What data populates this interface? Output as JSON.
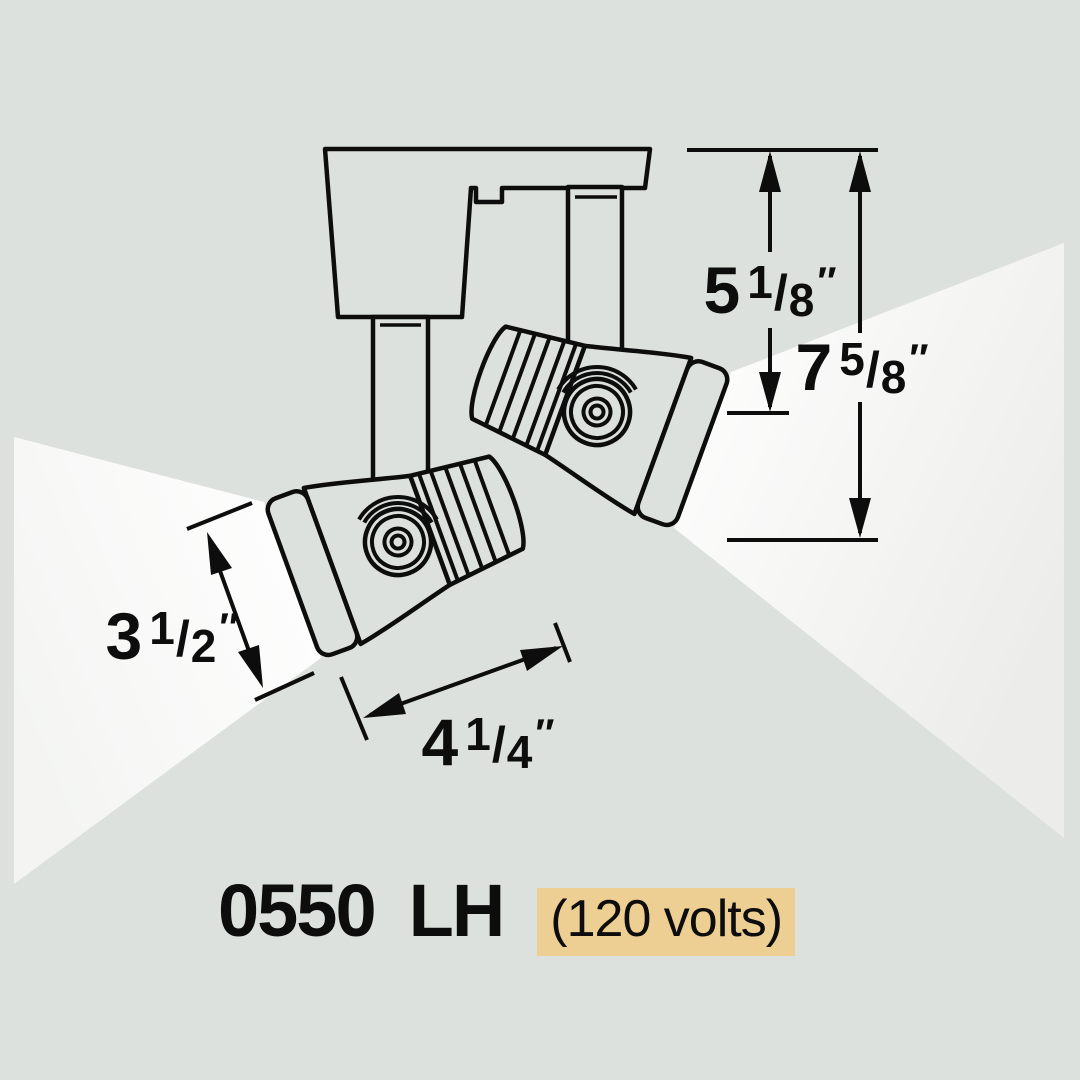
{
  "product": {
    "model": "0550",
    "variant": "LH",
    "badge": "(120 volts)"
  },
  "glyphs": {
    "fraction_slash": "/"
  },
  "dimensions": {
    "upper_drop": {
      "whole": "5",
      "num": "1",
      "den": "8",
      "unit": "″"
    },
    "overall_drop": {
      "whole": "7",
      "num": "5",
      "den": "8",
      "unit": "″"
    },
    "head_length": {
      "whole": "3",
      "num": "1",
      "den": "2",
      "unit": "″"
    },
    "head_span": {
      "whole": "4",
      "num": "1",
      "den": "4",
      "unit": "″"
    }
  },
  "colors": {
    "background": "#dde1dd",
    "line": "#0d0d0d",
    "beam": "#ffffff",
    "badge_bg": "#eecf93"
  }
}
